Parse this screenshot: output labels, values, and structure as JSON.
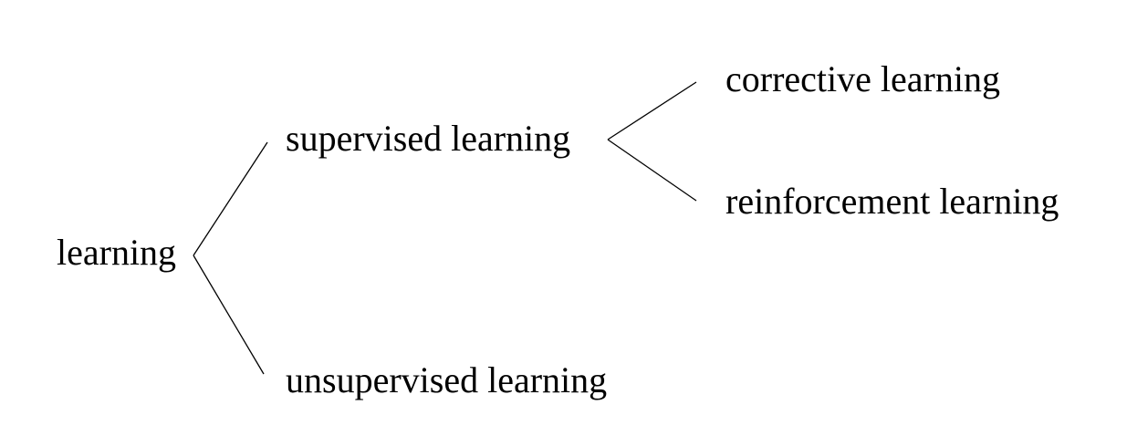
{
  "tree": {
    "root": "learning",
    "supervised": "supervised learning",
    "unsupervised": "unsupervised learning",
    "corrective": "corrective learning",
    "reinforcement": "reinforcement learning"
  },
  "colors": {
    "text": "#000000",
    "lines": "#000000",
    "background": "#ffffff"
  }
}
